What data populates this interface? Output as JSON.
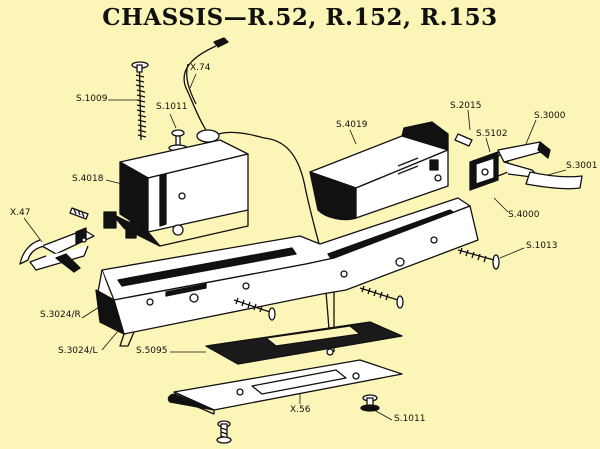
{
  "title": "CHASSIS—R.52, R.152, R.153",
  "colors": {
    "background": "#fbf5b8",
    "ink": "#111111",
    "plate": "#1a1a1a"
  },
  "parts": [
    {
      "id": "s1009",
      "label": "S.1009"
    },
    {
      "id": "s1011a",
      "label": "S.1011"
    },
    {
      "id": "x74",
      "label": "X.74"
    },
    {
      "id": "s4019",
      "label": "S.4019"
    },
    {
      "id": "s2015",
      "label": "S.2015"
    },
    {
      "id": "s5102",
      "label": "S.5102"
    },
    {
      "id": "s3000",
      "label": "S.3000"
    },
    {
      "id": "s3001",
      "label": "S.3001"
    },
    {
      "id": "s4018",
      "label": "S.4018"
    },
    {
      "id": "s4000",
      "label": "S.4000"
    },
    {
      "id": "x47",
      "label": "X.47"
    },
    {
      "id": "s1013",
      "label": "S.1013"
    },
    {
      "id": "s3024r",
      "label": "S.3024/R"
    },
    {
      "id": "s3024l",
      "label": "S.3024/L"
    },
    {
      "id": "s5095",
      "label": "S.5095"
    },
    {
      "id": "x56",
      "label": "X.56"
    },
    {
      "id": "s1011b",
      "label": "S.1011"
    }
  ]
}
